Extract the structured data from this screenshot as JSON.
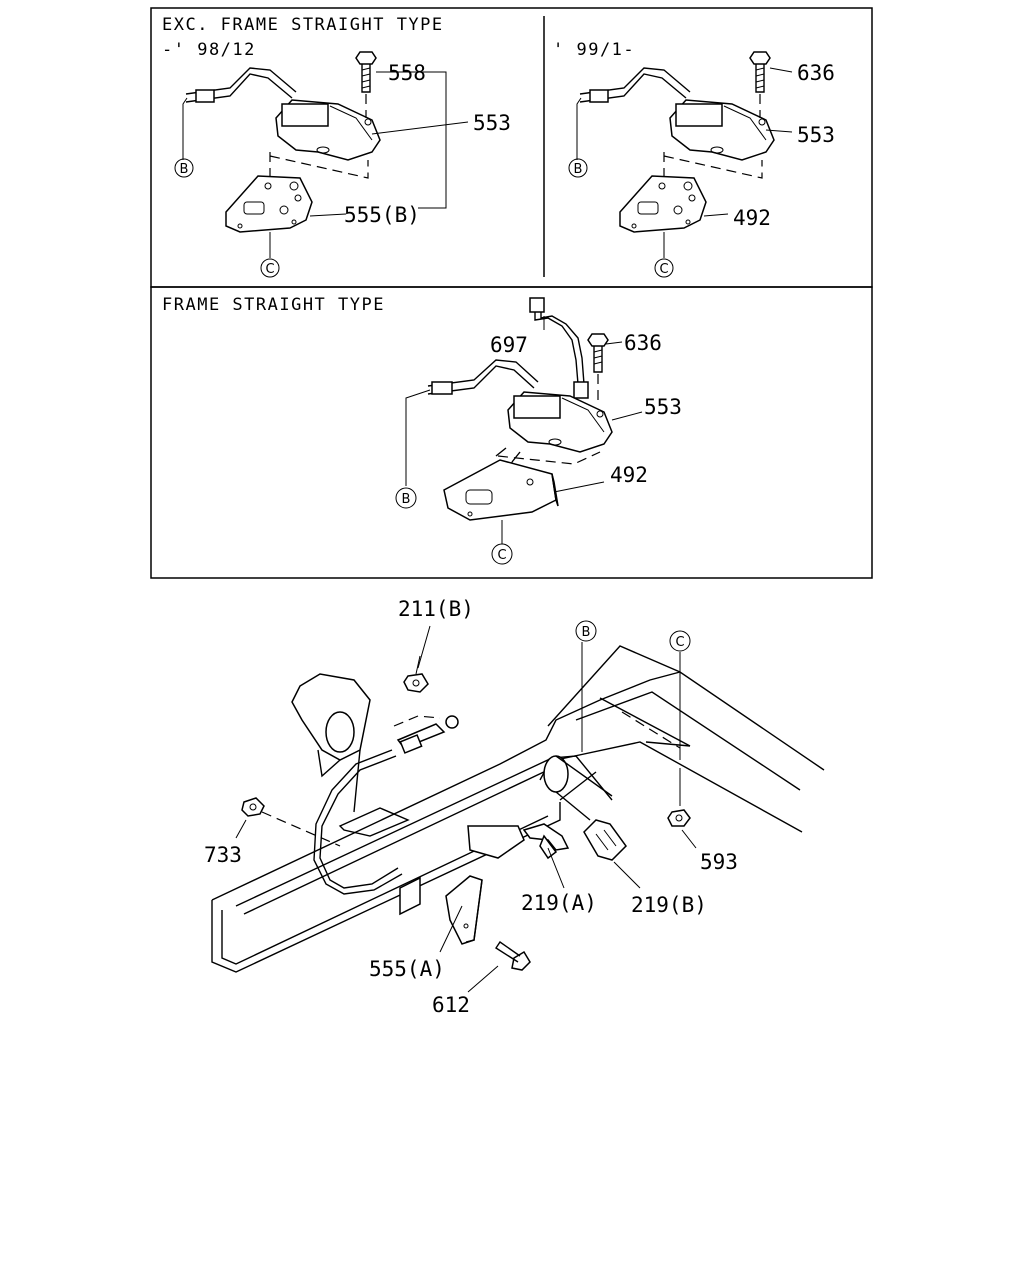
{
  "panels": {
    "top_left": {
      "title": "EXC. FRAME STRAIGHT TYPE",
      "subtitle": "-' 98/12"
    },
    "top_right": {
      "subtitle": "' 99/1-"
    },
    "middle": {
      "title": "FRAME STRAIGHT TYPE"
    }
  },
  "callouts": {
    "tl_558": "558",
    "tl_553": "553",
    "tl_555b": "555(B)",
    "tr_636": "636",
    "tr_553": "553",
    "tr_492": "492",
    "m_697": "697",
    "m_636": "636",
    "m_553": "553",
    "m_492": "492",
    "b_211b": "211(B)",
    "b_733": "733",
    "b_593": "593",
    "b_219a": "219(A)",
    "b_219b": "219(B)",
    "b_555a": "555(A)",
    "b_612": "612"
  },
  "markers": {
    "b": "B",
    "c": "C"
  }
}
